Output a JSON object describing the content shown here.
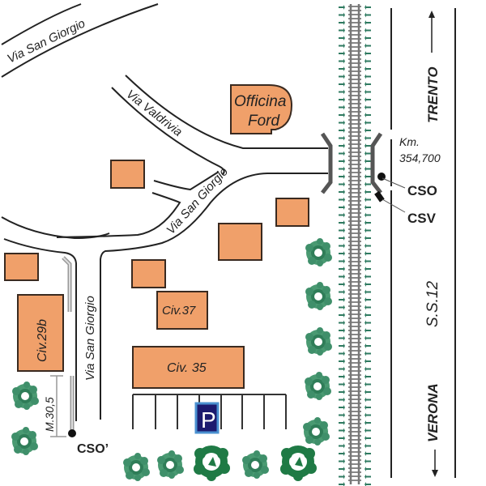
{
  "map": {
    "streets": {
      "via_san_giorgio_top": "Via San Giorgio",
      "via_valdrivia": "Via Valdrivia",
      "via_san_giorgio_mid": "Via San Giorgio",
      "via_san_giorgio_vertical": "Via San Giorgio",
      "highway": "S.S.12"
    },
    "directions": {
      "north": "TRENTO",
      "south": "VERONA"
    },
    "buildings": {
      "officina_ford_line1": "Officina",
      "officina_ford_line2": "Ford",
      "civ37": "Civ.37",
      "civ35": "Civ. 35",
      "civ29b": "Civ.29b"
    },
    "markers": {
      "km_line1": "Km.",
      "km_line2": "354,700",
      "cso": "CSO",
      "csv": "CSV",
      "cso_prime": "CSO’",
      "measure": "M.30,5"
    },
    "parking": {
      "symbol": "P"
    },
    "colors": {
      "building_fill": "#f0a06a",
      "tree_light": "#3f8f6a",
      "tree_dark": "#1f7a45",
      "rail": "#7a7a7a",
      "parking_bg": "#1b1a6e",
      "parking_border": "#4a90d0"
    }
  }
}
